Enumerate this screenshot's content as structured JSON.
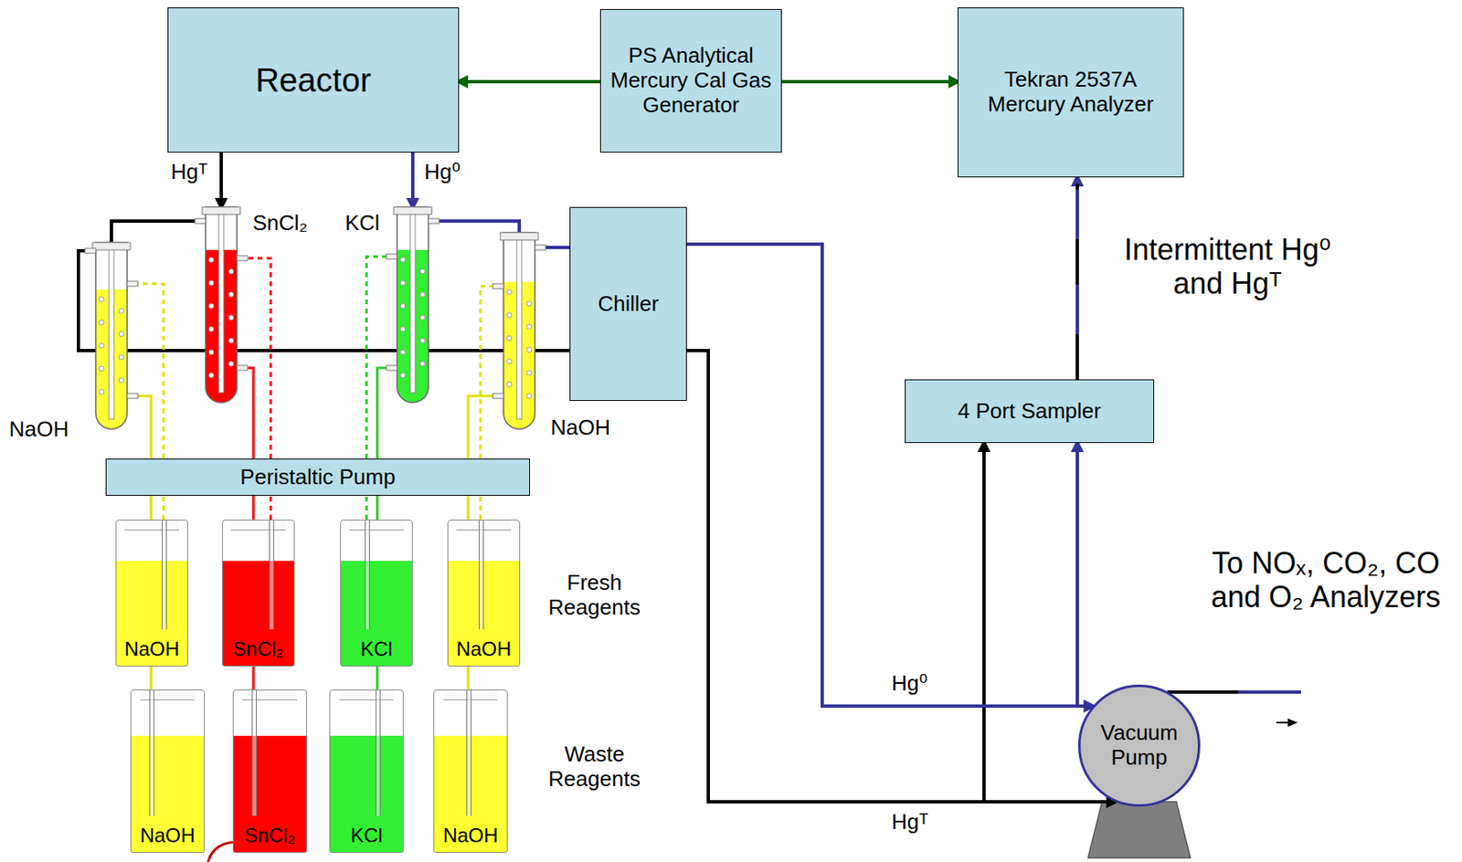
{
  "diagram": {
    "nodes": [
      {
        "text": [
          "Reactor"
        ]
      },
      {
        "text": [
          "PS Analytical Mercury Cal Gas Generator"
        ]
      },
      {
        "text": [
          "Tekran 2537A Mercury Analyzer"
        ]
      },
      {
        "text": [
          "NaOH"
        ]
      },
      {
        "text": [
          "SnCl₂"
        ]
      },
      {
        "text": [
          "KCl"
        ]
      },
      {
        "text": [
          "NaOH"
        ]
      },
      {
        "text": [
          "Chiller"
        ]
      },
      {
        "text": [
          "4 Port Sampler"
        ]
      },
      {
        "text": [
          "Peristaltic Pump"
        ]
      },
      {
        "text": [
          "NaOH"
        ]
      },
      {
        "text": [
          "SnCl₂"
        ]
      },
      {
        "text": [
          "KCl"
        ]
      },
      {
        "text": [
          "NaOH"
        ]
      },
      {
        "text": [
          "NaOH"
        ]
      },
      {
        "text": [
          "SnCl₂"
        ]
      },
      {
        "text": [
          "KCl"
        ]
      },
      {
        "text": [
          "NaOH"
        ]
      },
      {
        "text": [
          "Vacuum Pump"
        ]
      }
    ],
    "edges": [
      {
        "from": 1,
        "to": 0,
        "arrow": "to"
      },
      {
        "from": 1,
        "to": 2,
        "arrow": "to"
      },
      {
        "from": 0,
        "to": 4,
        "label": "Hgᵀ",
        "arrow": "to"
      },
      {
        "from": 0,
        "to": 5,
        "label": "Hg⁰",
        "arrow": "to"
      },
      {
        "from": 4,
        "to": 3,
        "arrow": "none"
      },
      {
        "from": 3,
        "to": 7,
        "arrow": "none"
      },
      {
        "from": 5,
        "to": 6,
        "arrow": "none"
      },
      {
        "from": 6,
        "to": 7,
        "arrow": "none"
      },
      {
        "from": 7,
        "to": 18,
        "label": "Hg⁰",
        "arrow": "to"
      },
      {
        "from": 7,
        "to": 18,
        "label": "Hgᵀ",
        "arrow": "to"
      },
      {
        "from": 7,
        "to": 8,
        "arrow": "to"
      },
      {
        "from": 7,
        "to": 8,
        "arrow": "to"
      },
      {
        "from": 8,
        "to": 2,
        "label": "Intermittent Hg⁰ and Hgᵀ",
        "arrow": "to"
      },
      {
        "from": 10,
        "to": 9,
        "arrow": "none"
      },
      {
        "from": 9,
        "to": 3,
        "arrow": "none"
      },
      {
        "from": 3,
        "to": 9,
        "arrow": "none"
      },
      {
        "from": 9,
        "to": 14,
        "arrow": "none"
      },
      {
        "from": 11,
        "to": 9,
        "arrow": "none"
      },
      {
        "from": 9,
        "to": 4,
        "arrow": "none"
      },
      {
        "from": 4,
        "to": 9,
        "arrow": "none"
      },
      {
        "from": 9,
        "to": 15,
        "arrow": "none"
      },
      {
        "from": 12,
        "to": 9,
        "arrow": "none"
      },
      {
        "from": 9,
        "to": 5,
        "arrow": "none"
      },
      {
        "from": 5,
        "to": 9,
        "arrow": "none"
      },
      {
        "from": 9,
        "to": 16,
        "arrow": "none"
      },
      {
        "from": 13,
        "to": 9,
        "arrow": "none"
      },
      {
        "from": 9,
        "to": 6,
        "arrow": "none"
      },
      {
        "from": 6,
        "to": 9,
        "arrow": "none"
      },
      {
        "from": 9,
        "to": 17,
        "arrow": "none"
      }
    ],
    "labels": [
      "Fresh Reagents",
      "Waste Reagents",
      "To NOₓ, CO₂, CO and O₂ Analyzers"
    ]
  }
}
